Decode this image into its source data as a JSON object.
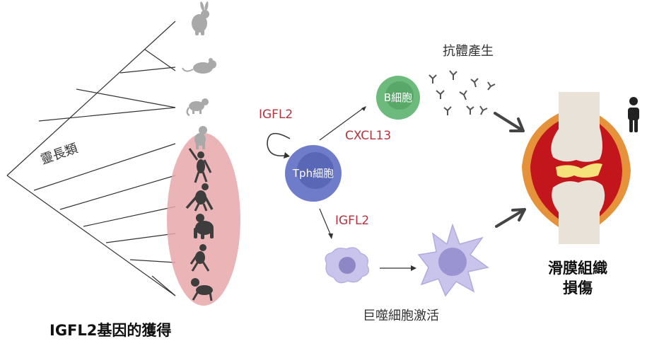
{
  "labels": {
    "primates": "靈長類",
    "igfl2_loop": "IGFL2",
    "igfl2_down": "IGFL2",
    "cxcl13": "CXCL13",
    "tph_cell": "Tph細胞",
    "b_cell": "B細胞",
    "antibody_production": "抗體產生",
    "macrophage_activation": "巨噬細胞激活",
    "synovial_line1": "滑膜組織",
    "synovial_line2": "損傷",
    "bottom_title": "IGFL2基因的獲得"
  },
  "colors": {
    "accent_red": "#b3343c",
    "primate_oval": "#e8a7aa",
    "tph_cell": "#6f7cc9",
    "b_cell": "#6cbb7d",
    "macrophage": "#c9c4ec",
    "joint_red": "#c2161c",
    "joint_orange": "#e6923a",
    "cartilage_yellow": "#f6e27a",
    "bone": "#e8e2d8",
    "silhouette_dark": "#3d3d3d",
    "silhouette_gray": "#a9a9a9"
  },
  "icons": [
    "rabbit-icon",
    "mouse-icon",
    "monkey-icon",
    "macaque-icon",
    "gibbon-icon",
    "orangutan-icon",
    "gorilla-icon",
    "chimpanzee-icon",
    "human-child-icon",
    "person-icon",
    "antibody-icon"
  ]
}
